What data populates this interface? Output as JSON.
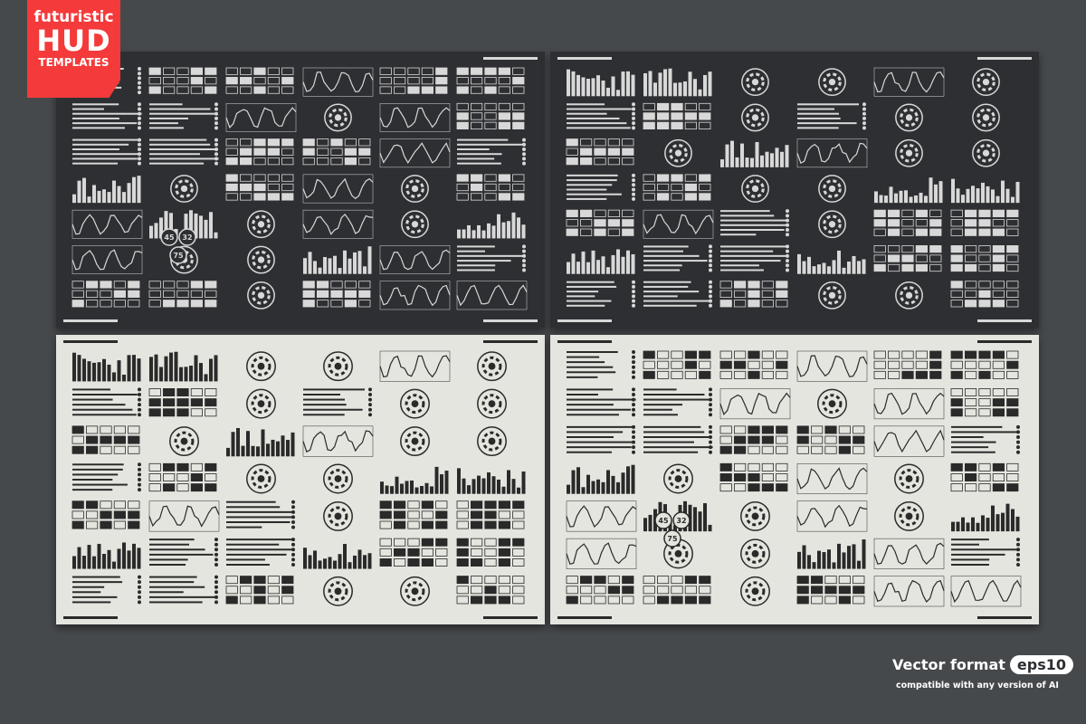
{
  "badge": {
    "line1": "futuristic",
    "line2": "HUD",
    "line3": "TEMPLATES",
    "color": "#f43a3a"
  },
  "format": {
    "label": "Vector format",
    "version": "eps10",
    "compat": "compatible with any version of AI"
  },
  "gauge_numbers": [
    "45",
    "32",
    "75"
  ],
  "colors": {
    "background": "#46494c",
    "dark_panel": "#2e2f32",
    "light_panel": "#e5e5e0"
  }
}
